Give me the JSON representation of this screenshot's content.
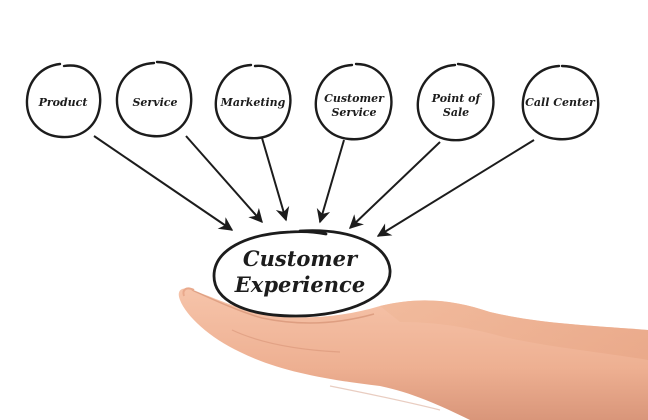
{
  "circles": [
    {
      "lines": [
        "Product"
      ]
    },
    {
      "lines": [
        "Service"
      ]
    },
    {
      "lines": [
        "Marketing"
      ]
    },
    {
      "lines": [
        "Customer",
        "Service"
      ]
    },
    {
      "lines": [
        "Point of",
        "Sale"
      ]
    },
    {
      "lines": [
        "Call Center"
      ]
    }
  ],
  "center": {
    "lines": [
      "Customer",
      "Experience"
    ]
  },
  "colors": {
    "ink": "#1c1c1c",
    "skin": "#f2b59a",
    "skin_shadow": "#d99679",
    "background": "#ffffff"
  }
}
